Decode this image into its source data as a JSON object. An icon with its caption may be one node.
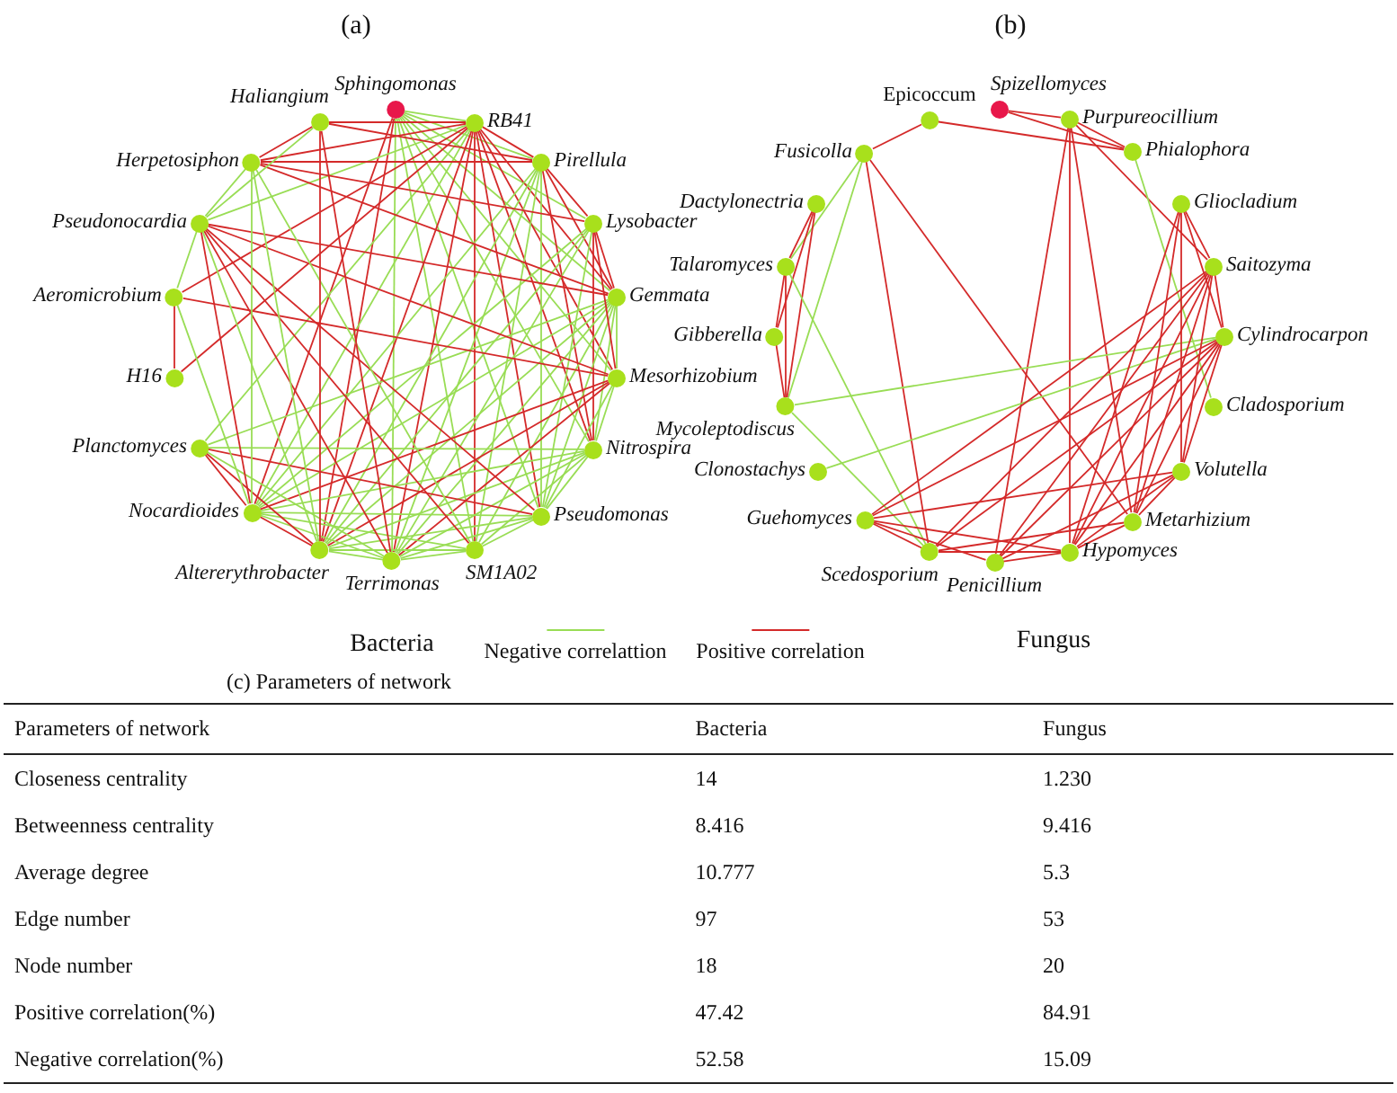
{
  "diagram": {
    "nodes": [
      {
        "text": [
          "Sphingomonas"
        ]
      },
      {
        "text": [
          "RB41"
        ]
      },
      {
        "text": [
          "Pirellula"
        ]
      },
      {
        "text": [
          "Lysobacter"
        ]
      },
      {
        "text": [
          "Gemmata"
        ]
      },
      {
        "text": [
          "Mesorhizobium"
        ]
      },
      {
        "text": [
          "Nitrospira"
        ]
      },
      {
        "text": [
          "Pseudomonas"
        ]
      },
      {
        "text": [
          "SM1A02"
        ]
      },
      {
        "text": [
          "Terrimonas"
        ]
      },
      {
        "text": [
          "Altererythrobacter"
        ]
      },
      {
        "text": [
          "Nocardioides"
        ]
      },
      {
        "text": [
          "Planctomyces"
        ]
      },
      {
        "text": [
          "H16"
        ]
      },
      {
        "text": [
          "Aeromicrobium"
        ]
      },
      {
        "text": [
          "Pseudonocardia"
        ]
      },
      {
        "text": [
          "Herpetosiphon"
        ]
      },
      {
        "text": [
          "Haliangium"
        ]
      },
      {
        "text": [
          "Spizellomyces"
        ]
      },
      {
        "text": [
          "Purpureocillium"
        ]
      },
      {
        "text": [
          "Phialophora"
        ]
      },
      {
        "text": [
          "Gliocladium"
        ]
      },
      {
        "text": [
          "Saitozyma"
        ]
      },
      {
        "text": [
          "Cylindrocarpon"
        ]
      },
      {
        "text": [
          "Cladosporium"
        ]
      },
      {
        "text": [
          "Volutella"
        ]
      },
      {
        "text": [
          "Metarhizium"
        ]
      },
      {
        "text": [
          "Hypomyces"
        ]
      },
      {
        "text": [
          "Penicillium"
        ]
      },
      {
        "text": [
          "Scedosporium"
        ]
      },
      {
        "text": [
          "Guehomyces"
        ]
      },
      {
        "text": [
          "Clonostachys"
        ]
      },
      {
        "text": [
          "Mycoleptodiscus"
        ]
      },
      {
        "text": [
          "Gibberella"
        ]
      },
      {
        "text": [
          "Talaromyces"
        ]
      },
      {
        "text": [
          "Dactylonectria"
        ]
      },
      {
        "text": [
          "Fusicolla"
        ]
      },
      {
        "text": [
          "Epicoccum"
        ]
      }
    ],
    "edges": [
      {
        "from": 0,
        "to": 1,
        "arrow": "none",
        "color": "#99dd55"
      },
      {
        "from": 0,
        "to": 2,
        "arrow": "none",
        "color": "#99dd55"
      },
      {
        "from": 0,
        "to": 3,
        "arrow": "none",
        "color": "#99dd55"
      },
      {
        "from": 0,
        "to": 4,
        "arrow": "none",
        "color": "#99dd55"
      },
      {
        "from": 0,
        "to": 5,
        "arrow": "none",
        "color": "#99dd55"
      },
      {
        "from": 0,
        "to": 9,
        "arrow": "none",
        "color": "#99dd55"
      },
      {
        "from": 0,
        "to": 10,
        "arrow": "none"
      },
      {
        "from": 0,
        "to": 11,
        "arrow": "none"
      },
      {
        "from": 0,
        "to": 8,
        "arrow": "none",
        "color": "#99dd55"
      },
      {
        "from": 0,
        "to": 7,
        "arrow": "none",
        "color": "#99dd55"
      },
      {
        "from": 0,
        "to": 6,
        "arrow": "none",
        "color": "#99dd55"
      },
      {
        "from": 1,
        "to": 2,
        "arrow": "none"
      },
      {
        "from": 1,
        "to": 4,
        "arrow": "none"
      },
      {
        "from": 1,
        "to": 5,
        "arrow": "none"
      },
      {
        "from": 1,
        "to": 6,
        "arrow": "none"
      },
      {
        "from": 1,
        "to": 7,
        "arrow": "none"
      },
      {
        "from": 1,
        "to": 8,
        "arrow": "none"
      },
      {
        "from": 1,
        "to": 9,
        "arrow": "none"
      },
      {
        "from": 1,
        "to": 10,
        "arrow": "none"
      },
      {
        "from": 1,
        "to": 11,
        "arrow": "none",
        "color": "#99dd55"
      },
      {
        "from": 1,
        "to": 13,
        "arrow": "none"
      },
      {
        "from": 1,
        "to": 14,
        "arrow": "none"
      },
      {
        "from": 1,
        "to": 15,
        "arrow": "none",
        "color": "#99dd55"
      },
      {
        "from": 1,
        "to": 16,
        "arrow": "none"
      },
      {
        "from": 1,
        "to": 17,
        "arrow": "none"
      },
      {
        "from": 1,
        "to": 12,
        "arrow": "none",
        "color": "#99dd55"
      },
      {
        "from": 2,
        "to": 3,
        "arrow": "none"
      },
      {
        "from": 2,
        "to": 4,
        "arrow": "none"
      },
      {
        "from": 2,
        "to": 6,
        "arrow": "none"
      },
      {
        "from": 2,
        "to": 7,
        "arrow": "none",
        "color": "#99dd55"
      },
      {
        "from": 2,
        "to": 8,
        "arrow": "none",
        "color": "#99dd55"
      },
      {
        "from": 2,
        "to": 9,
        "arrow": "none",
        "color": "#99dd55"
      },
      {
        "from": 2,
        "to": 10,
        "arrow": "none",
        "color": "#99dd55"
      },
      {
        "from": 2,
        "to": 11,
        "arrow": "none",
        "color": "#99dd55"
      },
      {
        "from": 2,
        "to": 16,
        "arrow": "none"
      },
      {
        "from": 2,
        "to": 17,
        "arrow": "none"
      },
      {
        "from": 3,
        "to": 4,
        "arrow": "none"
      },
      {
        "from": 3,
        "to": 6,
        "arrow": "none"
      },
      {
        "from": 3,
        "to": 7,
        "arrow": "none",
        "color": "#99dd55"
      },
      {
        "from": 3,
        "to": 9,
        "arrow": "none",
        "color": "#99dd55"
      },
      {
        "from": 3,
        "to": 10,
        "arrow": "none",
        "color": "#99dd55"
      },
      {
        "from": 3,
        "to": 11,
        "arrow": "none",
        "color": "#99dd55"
      },
      {
        "from": 3,
        "to": 16,
        "arrow": "none"
      },
      {
        "from": 4,
        "to": 5,
        "arrow": "none",
        "color": "#99dd55"
      },
      {
        "from": 4,
        "to": 6,
        "arrow": "none",
        "color": "#99dd55"
      },
      {
        "from": 4,
        "to": 7,
        "arrow": "none",
        "color": "#99dd55"
      },
      {
        "from": 4,
        "to": 8,
        "arrow": "none",
        "color": "#99dd55"
      },
      {
        "from": 4,
        "to": 9,
        "arrow": "none",
        "color": "#99dd55"
      },
      {
        "from": 4,
        "to": 10,
        "arrow": "none",
        "color": "#99dd55"
      },
      {
        "from": 4,
        "to": 11,
        "arrow": "none",
        "color": "#99dd55"
      },
      {
        "from": 4,
        "to": 15,
        "arrow": "none"
      },
      {
        "from": 4,
        "to": 12,
        "arrow": "none",
        "color": "#99dd55"
      },
      {
        "from": 4,
        "to": 16,
        "arrow": "none"
      },
      {
        "from": 5,
        "to": 6,
        "arrow": "none",
        "color": "#99dd55"
      },
      {
        "from": 5,
        "to": 7,
        "arrow": "none",
        "color": "#99dd55"
      },
      {
        "from": 5,
        "to": 9,
        "arrow": "none"
      },
      {
        "from": 5,
        "to": 10,
        "arrow": "none"
      },
      {
        "from": 5,
        "to": 11,
        "arrow": "none"
      },
      {
        "from": 5,
        "to": 14,
        "arrow": "none"
      },
      {
        "from": 5,
        "to": 15,
        "arrow": "none"
      },
      {
        "from": 6,
        "to": 7,
        "arrow": "none",
        "color": "#99dd55"
      },
      {
        "from": 6,
        "to": 8,
        "arrow": "none",
        "color": "#99dd55"
      },
      {
        "from": 6,
        "to": 9,
        "arrow": "none",
        "color": "#99dd55"
      },
      {
        "from": 6,
        "to": 10,
        "arrow": "none",
        "color": "#99dd55"
      },
      {
        "from": 6,
        "to": 11,
        "arrow": "none",
        "color": "#99dd55"
      },
      {
        "from": 6,
        "to": 12,
        "arrow": "none",
        "color": "#99dd55"
      },
      {
        "from": 7,
        "to": 8,
        "arrow": "none",
        "color": "#99dd55"
      },
      {
        "from": 7,
        "to": 9,
        "arrow": "none",
        "color": "#99dd55"
      },
      {
        "from": 7,
        "to": 10,
        "arrow": "none",
        "color": "#99dd55"
      },
      {
        "from": 7,
        "to": 11,
        "arrow": "none",
        "color": "#99dd55"
      },
      {
        "from": 7,
        "to": 15,
        "arrow": "none"
      },
      {
        "from": 7,
        "to": 12,
        "arrow": "none"
      },
      {
        "from": 8,
        "to": 9,
        "arrow": "none",
        "color": "#99dd55"
      },
      {
        "from": 8,
        "to": 10,
        "arrow": "none",
        "color": "#99dd55"
      },
      {
        "from": 8,
        "to": 11,
        "arrow": "none",
        "color": "#99dd55"
      },
      {
        "from": 8,
        "to": 15,
        "arrow": "none"
      },
      {
        "from": 8,
        "to": 16,
        "arrow": "none",
        "color": "#99dd55"
      },
      {
        "from": 9,
        "to": 10,
        "arrow": "none",
        "color": "#99dd55"
      },
      {
        "from": 9,
        "to": 11,
        "arrow": "none",
        "color": "#99dd55"
      },
      {
        "from": 9,
        "to": 15,
        "arrow": "none"
      },
      {
        "from": 9,
        "to": 17,
        "arrow": "none"
      },
      {
        "from": 9,
        "to": 12,
        "arrow": "none",
        "color": "#99dd55"
      },
      {
        "from": 10,
        "to": 11,
        "arrow": "none"
      },
      {
        "from": 10,
        "to": 15,
        "arrow": "none",
        "color": "#99dd55"
      },
      {
        "from": 10,
        "to": 16,
        "arrow": "none",
        "color": "#99dd55"
      },
      {
        "from": 10,
        "to": 12,
        "arrow": "none"
      },
      {
        "from": 10,
        "to": 17,
        "arrow": "none"
      },
      {
        "from": 11,
        "to": 12,
        "arrow": "none"
      },
      {
        "from": 11,
        "to": 15,
        "arrow": "none"
      },
      {
        "from": 11,
        "to": 16,
        "arrow": "none",
        "color": "#99dd55"
      },
      {
        "from": 11,
        "to": 14,
        "arrow": "none",
        "color": "#99dd55"
      },
      {
        "from": 15,
        "to": 14,
        "arrow": "none",
        "color": "#99dd55"
      },
      {
        "from": 15,
        "to": 16,
        "arrow": "none",
        "color": "#99dd55"
      },
      {
        "from": 15,
        "to": 17,
        "arrow": "none",
        "color": "#99dd55"
      },
      {
        "from": 14,
        "to": 13,
        "arrow": "none"
      },
      {
        "from": 16,
        "to": 17,
        "arrow": "none"
      },
      {
        "from": 3,
        "to": 5,
        "arrow": "none"
      },
      {
        "from": 18,
        "to": 19,
        "arrow": "none"
      },
      {
        "from": 18,
        "to": 20,
        "arrow": "none"
      },
      {
        "from": 37,
        "to": 20,
        "arrow": "none"
      },
      {
        "from": 37,
        "to": 36,
        "arrow": "none"
      },
      {
        "from": 19,
        "to": 20,
        "arrow": "none"
      },
      {
        "from": 19,
        "to": 27,
        "arrow": "none"
      },
      {
        "from": 19,
        "to": 26,
        "arrow": "none"
      },
      {
        "from": 19,
        "to": 28,
        "arrow": "none"
      },
      {
        "from": 19,
        "to": 22,
        "arrow": "none"
      },
      {
        "from": 20,
        "to": 24,
        "arrow": "none",
        "color": "#99dd55"
      },
      {
        "from": 36,
        "to": 34,
        "arrow": "none",
        "color": "#99dd55"
      },
      {
        "from": 36,
        "to": 32,
        "arrow": "none",
        "color": "#99dd55"
      },
      {
        "from": 36,
        "to": 29,
        "arrow": "none"
      },
      {
        "from": 36,
        "to": 26,
        "arrow": "none"
      },
      {
        "from": 35,
        "to": 34,
        "arrow": "none"
      },
      {
        "from": 35,
        "to": 33,
        "arrow": "none"
      },
      {
        "from": 35,
        "to": 32,
        "arrow": "none"
      },
      {
        "from": 34,
        "to": 33,
        "arrow": "none"
      },
      {
        "from": 34,
        "to": 32,
        "arrow": "none"
      },
      {
        "from": 33,
        "to": 32,
        "arrow": "none"
      },
      {
        "from": 34,
        "to": 29,
        "arrow": "none",
        "color": "#99dd55"
      },
      {
        "from": 32,
        "to": 29,
        "arrow": "none",
        "color": "#99dd55"
      },
      {
        "from": 32,
        "to": 23,
        "arrow": "none",
        "color": "#99dd55"
      },
      {
        "from": 31,
        "to": 23,
        "arrow": "none",
        "color": "#99dd55"
      },
      {
        "from": 21,
        "to": 22,
        "arrow": "none"
      },
      {
        "from": 21,
        "to": 23,
        "arrow": "none"
      },
      {
        "from": 21,
        "to": 25,
        "arrow": "none"
      },
      {
        "from": 21,
        "to": 26,
        "arrow": "none"
      },
      {
        "from": 21,
        "to": 27,
        "arrow": "none"
      },
      {
        "from": 22,
        "to": 23,
        "arrow": "none"
      },
      {
        "from": 22,
        "to": 25,
        "arrow": "none"
      },
      {
        "from": 22,
        "to": 27,
        "arrow": "none"
      },
      {
        "from": 22,
        "to": 29,
        "arrow": "none"
      },
      {
        "from": 22,
        "to": 30,
        "arrow": "none"
      },
      {
        "from": 22,
        "to": 28,
        "arrow": "none"
      },
      {
        "from": 22,
        "to": 26,
        "arrow": "none"
      },
      {
        "from": 23,
        "to": 25,
        "arrow": "none"
      },
      {
        "from": 23,
        "to": 26,
        "arrow": "none"
      },
      {
        "from": 23,
        "to": 27,
        "arrow": "none"
      },
      {
        "from": 23,
        "to": 28,
        "arrow": "none"
      },
      {
        "from": 23,
        "to": 29,
        "arrow": "none"
      },
      {
        "from": 23,
        "to": 30,
        "arrow": "none"
      },
      {
        "from": 25,
        "to": 26,
        "arrow": "none"
      },
      {
        "from": 25,
        "to": 27,
        "arrow": "none"
      },
      {
        "from": 25,
        "to": 30,
        "arrow": "none"
      },
      {
        "from": 25,
        "to": 28,
        "arrow": "none"
      },
      {
        "from": 26,
        "to": 27,
        "arrow": "none"
      },
      {
        "from": 26,
        "to": 29,
        "arrow": "none"
      },
      {
        "from": 27,
        "to": 28,
        "arrow": "none"
      },
      {
        "from": 27,
        "to": 29,
        "arrow": "none"
      },
      {
        "from": 27,
        "to": 30,
        "arrow": "none"
      },
      {
        "from": 29,
        "to": 30,
        "arrow": "none"
      },
      {
        "from": 28,
        "to": 30,
        "arrow": "none"
      }
    ],
    "labels": [
      "(a)",
      "(b)",
      "Bacteria",
      "Fungus",
      "(c) Parameters of network",
      "Parameters of network",
      "Bacteria",
      "Fungus",
      "Closeness centrality",
      "14",
      "1.230",
      "Betweenness centrality",
      "8.416",
      "9.416",
      "Average degree",
      "10.777",
      "5.3",
      "Edge number",
      "97",
      "53",
      "Node number",
      "18",
      "20",
      "Positive correlation(%)",
      "47.42",
      "84.91",
      "Negative correlation(%)",
      "52.58",
      "15.09"
    ],
    "legend": [
      {
        "text": "Negative correlattion"
      },
      {
        "text": "Positive correlation"
      }
    ]
  }
}
